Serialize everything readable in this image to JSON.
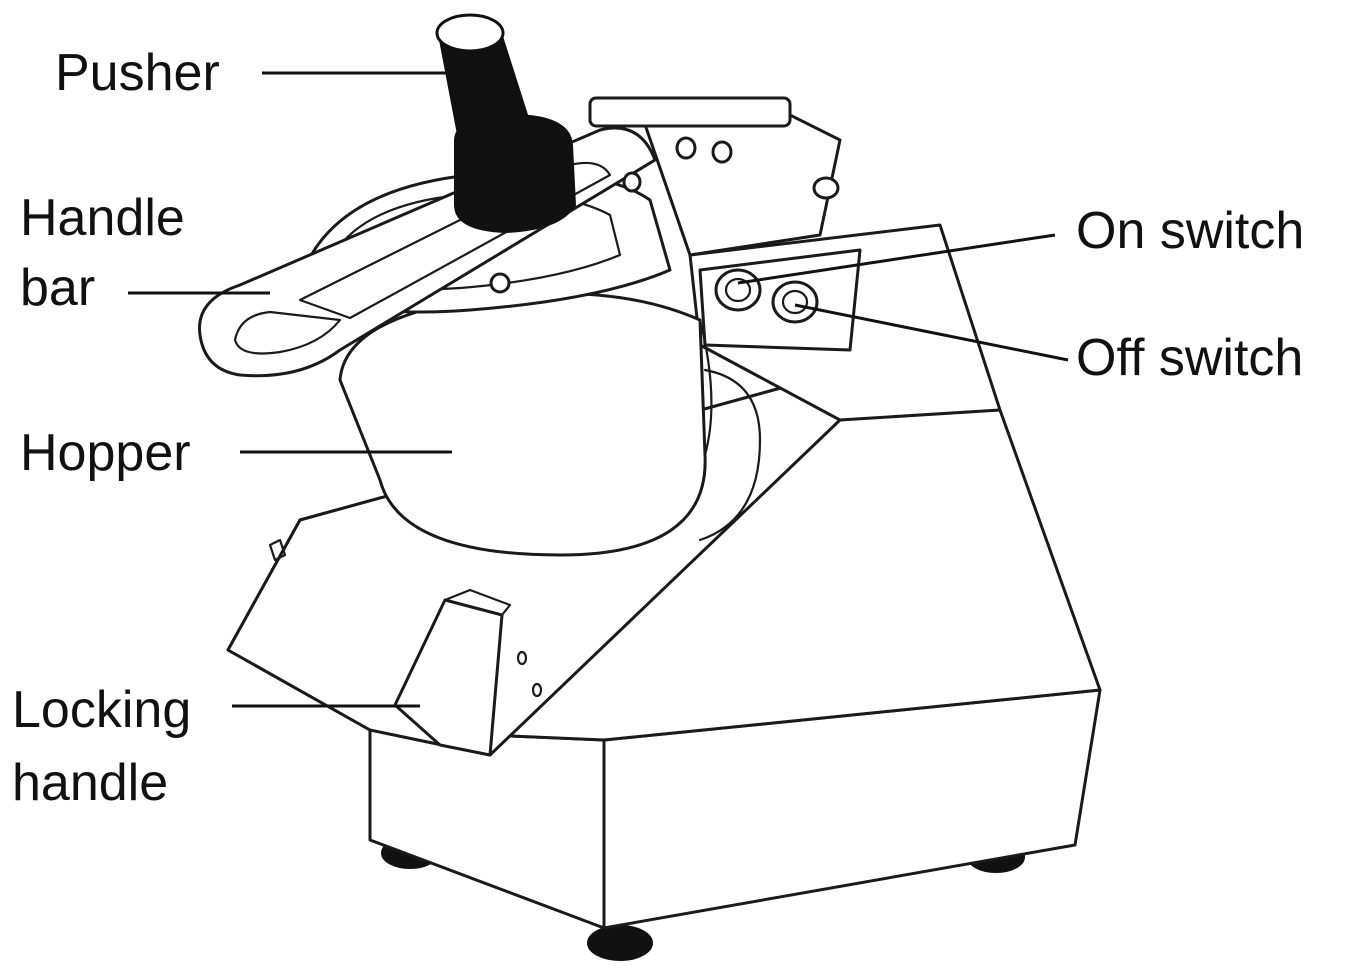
{
  "labels": {
    "pusher": "Pusher",
    "handle_bar_line1": "Handle",
    "handle_bar_line2": "bar",
    "hopper": "Hopper",
    "locking_handle_line1": "Locking",
    "locking_handle_line2": "handle",
    "on_switch": "On switch",
    "off_switch": "Off switch"
  },
  "colors": {
    "ink": "#111111",
    "background": "#ffffff"
  }
}
